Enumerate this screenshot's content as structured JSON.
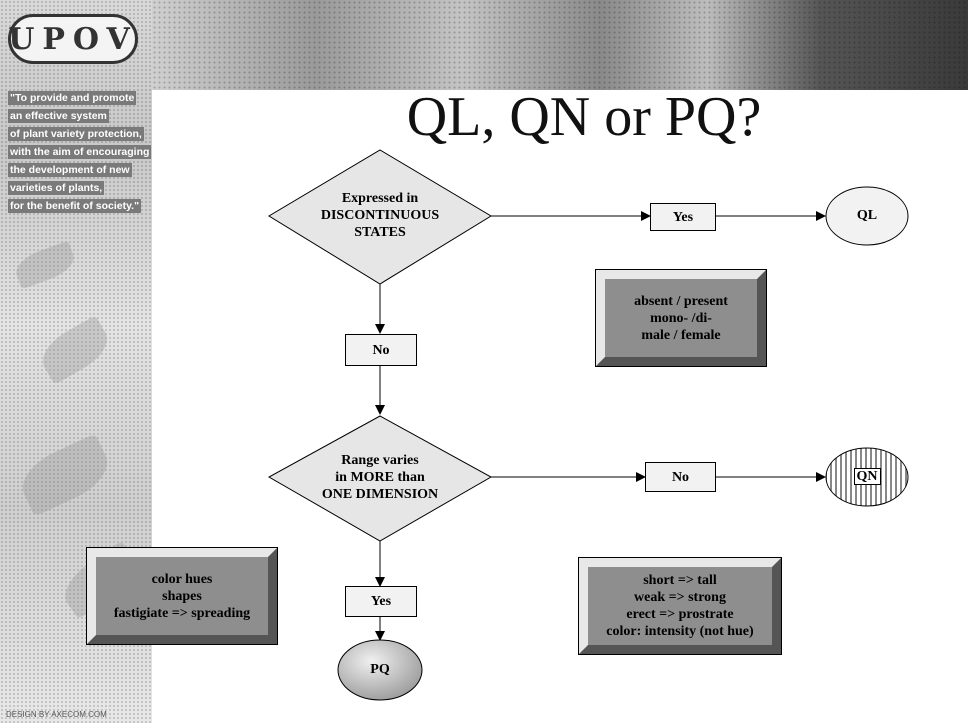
{
  "logo": {
    "text": "UPOV"
  },
  "mission": [
    "\"To provide and promote",
    "an effective system",
    "of plant variety protection,",
    "with the aim of encouraging",
    "the development of new",
    "varieties of plants,",
    "for the benefit of society.\""
  ],
  "credit": "DESIGN BY AXECOM.COM",
  "title": "QL, QN or PQ?",
  "diagram": {
    "decision1": [
      "Expressed in",
      "DISCONTINUOUS",
      "STATES"
    ],
    "decision2": [
      "Range varies",
      "in MORE than",
      "ONE DIMENSION"
    ],
    "yes_to_ql": "Yes",
    "no_from_1": "No",
    "no_to_qn": "No",
    "yes_to_pq": "Yes",
    "ql": "QL",
    "qn": "QN",
    "pq": "PQ",
    "examples_ql": [
      "absent / present",
      "mono- /di-",
      "male / female"
    ],
    "examples_qn": [
      "short => tall",
      "weak => strong",
      "erect => prostrate",
      "color:  intensity (not hue)"
    ],
    "examples_pq": [
      "color hues",
      "shapes",
      "fastigiate => spreading"
    ]
  }
}
